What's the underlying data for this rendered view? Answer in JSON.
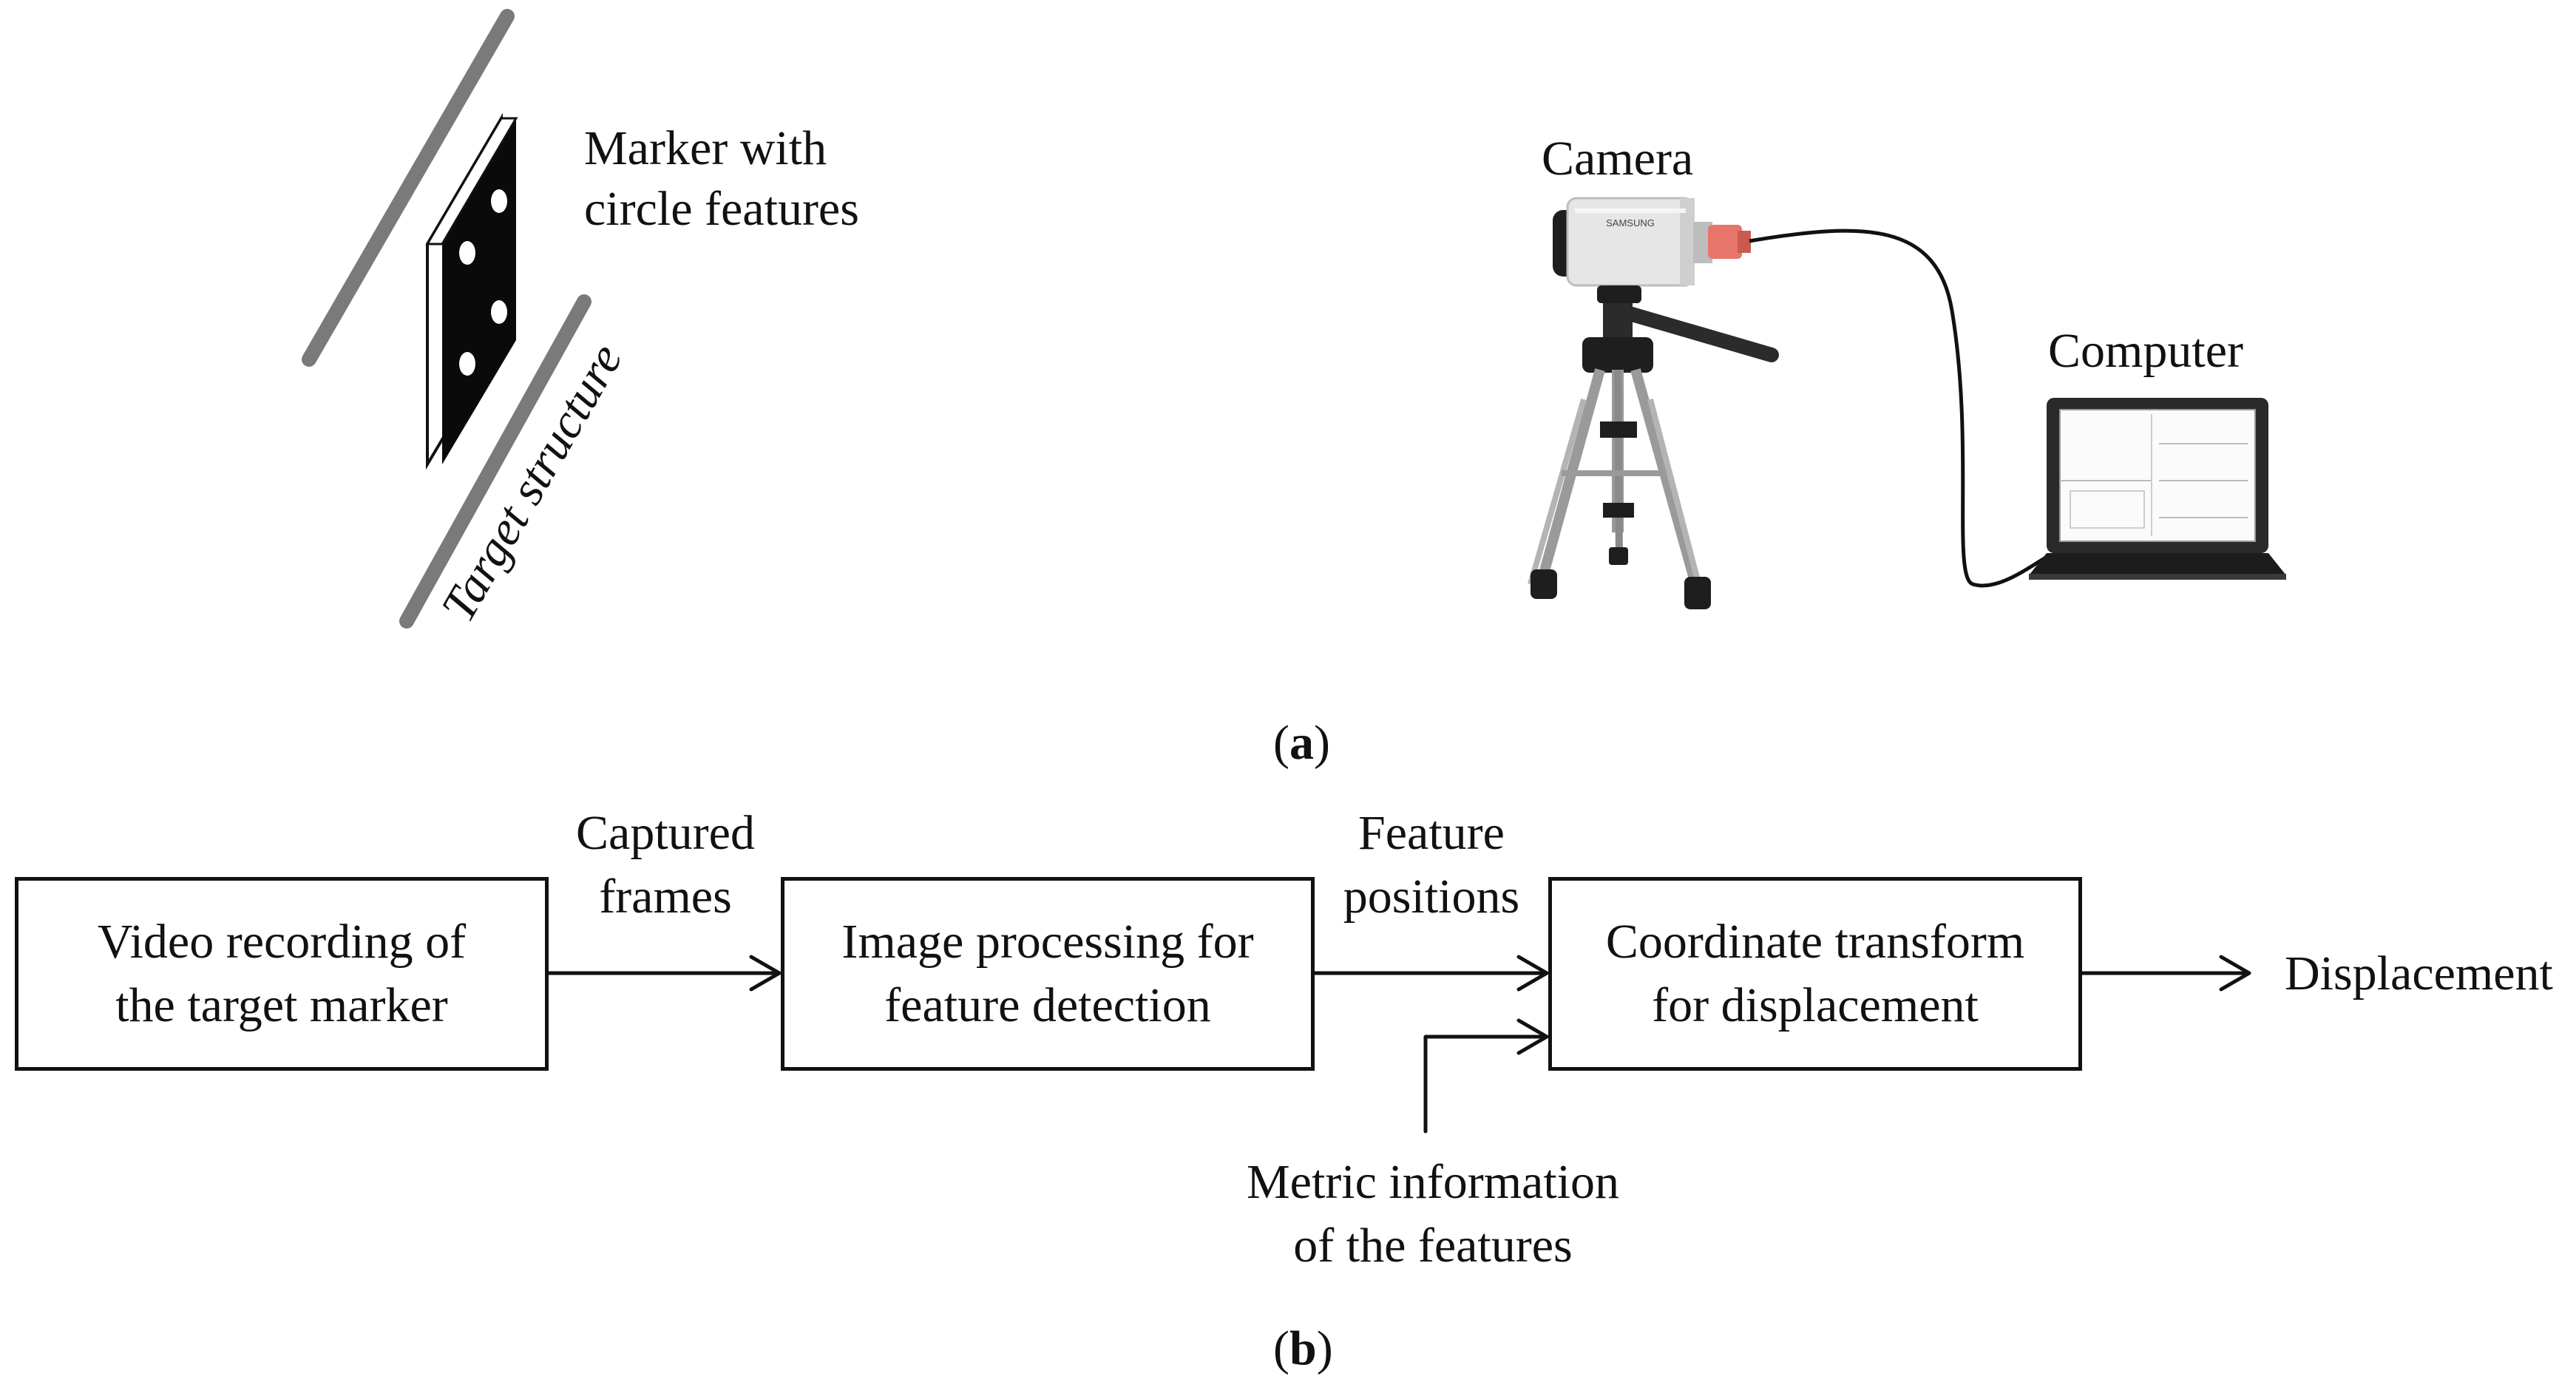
{
  "panel_a": {
    "marker_label_line1": "Marker with",
    "marker_label_line2": "circle features",
    "structure_label": "Target structure",
    "camera_label": "Camera",
    "camera_brand": "SAMSUNG",
    "computer_label": "Computer",
    "caption_open": "(",
    "caption_letter": "a",
    "caption_close": ")"
  },
  "panel_b": {
    "box1_line1": "Video recording of",
    "box1_line2": "the target marker",
    "arrow1_line1": "Captured",
    "arrow1_line2": "frames",
    "box2_line1": "Image processing for",
    "box2_line2": "feature detection",
    "arrow2_line1": "Feature",
    "arrow2_line2": "positions",
    "box3_line1": "Coordinate transform",
    "box3_line2": "for displacement",
    "output_label": "Displacement",
    "metric_line1": "Metric information",
    "metric_line2": "of the features",
    "caption_open": "(",
    "caption_letter": "b",
    "caption_close": ")"
  },
  "colors": {
    "ink": "#111111",
    "structure_line": "#7a7a7a",
    "camera_body": "#e6e6e6",
    "connector": "#e8746a",
    "tripod": "#9a9a9a",
    "laptop_body": "#2a2a2a"
  }
}
